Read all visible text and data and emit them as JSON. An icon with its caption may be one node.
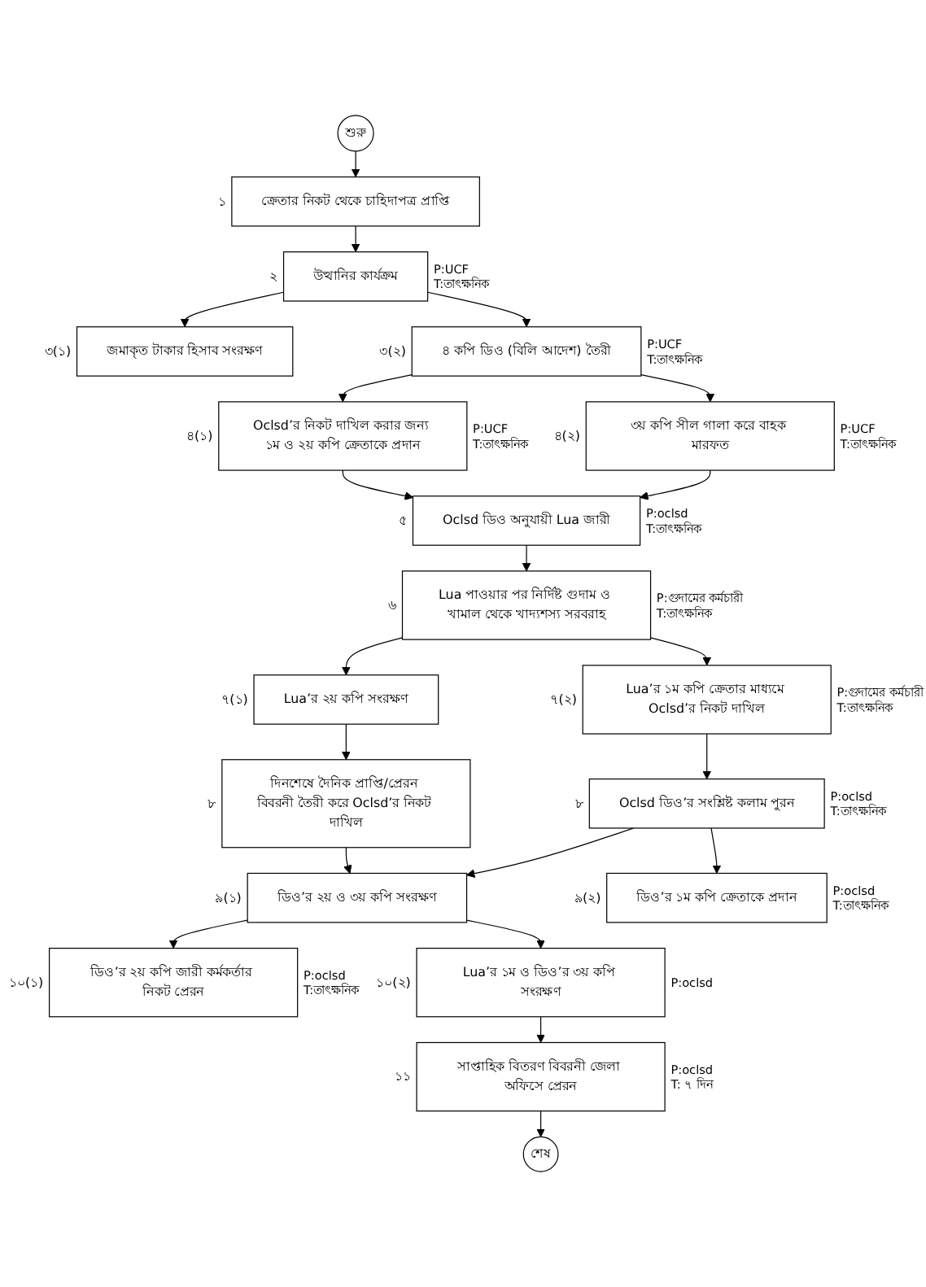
{
  "diagram": {
    "nodes": [
      {
        "text": [
          "শুরু"
        ]
      },
      {
        "text": [
          "ক্রেতার নিকট থেকে চাহিদাপত্র প্রাপ্তি"
        ],
        "beside": [
          "১"
        ]
      },
      {
        "text": [
          "উত্থানির কার্যক্রম"
        ],
        "beside": [
          "২",
          "P:UCF",
          "T:তাৎক্ষনিক"
        ]
      },
      {
        "text": [
          "জমাকৃত টাকার হিসাব সংরক্ষণ"
        ],
        "beside": [
          "৩(১)"
        ]
      },
      {
        "text": [
          "৪ কপি ডিও (বিলি আদেশ) তৈরী"
        ],
        "beside": [
          "৩(২)",
          "P:UCF",
          "T:তাৎক্ষনিক"
        ]
      },
      {
        "text": [
          "Oclsd’র নিকট দাখিল করার জন্য ১ম ও ২য় কপি ক্রেতাকে প্রদান"
        ],
        "beside": [
          "৪(১)",
          "P:UCF",
          "T:তাৎক্ষনিক"
        ]
      },
      {
        "text": [
          "৩য় কপি সীল গালা করে বাহক মারফত"
        ],
        "beside": [
          "৪(২)",
          "P:UCF",
          "T:তাৎক্ষনিক"
        ]
      },
      {
        "text": [
          "Oclsd ডিও অনুযায়ী Lua জারী"
        ],
        "beside": [
          "৫",
          "P:oclsd",
          "T:তাৎক্ষনিক"
        ]
      },
      {
        "text": [
          "Lua পাওয়ার পর নির্দিষ্ট গুদাম ও খামাল থেকে খাদ্যশস্য সরবরাহ"
        ],
        "beside": [
          "৬",
          "P:গুদামের কর্মচারী",
          "T:তাৎক্ষনিক"
        ]
      },
      {
        "text": [
          "Lua’র ২য় কপি সংরক্ষণ"
        ],
        "beside": [
          "৭(১)"
        ]
      },
      {
        "text": [
          "Lua’র ১ম কপি ক্রেতার মাধ্যমে Oclsd’র নিকট দাখিল"
        ],
        "beside": [
          "৭(২)",
          "P:গুদামের কর্মচারী",
          "T:তাৎক্ষনিক"
        ]
      },
      {
        "text": [
          "দিনশেষে দৈনিক প্রাপ্তি/প্রেরন বিবরনী তৈরী করে Oclsd’র নিকট দাখিল"
        ],
        "beside": [
          "৮"
        ]
      },
      {
        "text": [
          "Oclsd ডিও’র সংশ্লিষ্ট কলাম পুরন"
        ],
        "beside": [
          "৮",
          "P:oclsd",
          "T:তাৎক্ষনিক"
        ]
      },
      {
        "text": [
          "ডিও’র ২য় ও ৩য় কপি সংরক্ষণ"
        ],
        "beside": [
          "৯(১)"
        ]
      },
      {
        "text": [
          "ডিও’র ১ম কপি ক্রেতাকে প্রদান"
        ],
        "beside": [
          "৯(২)",
          "P:oclsd",
          "T:তাৎক্ষনিক"
        ]
      },
      {
        "text": [
          "ডিও’র ২য় কপি জারী কর্মকর্তার নিকট প্রেরন"
        ],
        "beside": [
          "১০(১)",
          "P:oclsd",
          "T:তাৎক্ষনিক"
        ]
      },
      {
        "text": [
          "Lua’র ১ম ও ডিও’র ৩য় কপি সংরক্ষণ"
        ],
        "beside": [
          "১০(২)",
          "P:oclsd"
        ]
      },
      {
        "text": [
          "সাপ্তাহিক বিতরণ বিবরনী জেলা অফিসে প্রেরন"
        ],
        "beside": [
          "১১",
          "P:oclsd",
          "T: ৭ দিন"
        ]
      },
      {
        "text": [
          "শেষ"
        ]
      }
    ],
    "edges": [
      {
        "from": 0,
        "to": 1,
        "arrow": "to"
      },
      {
        "from": 1,
        "to": 2,
        "arrow": "to"
      },
      {
        "from": 2,
        "to": 3,
        "arrow": "to"
      },
      {
        "from": 2,
        "to": 4,
        "arrow": "to"
      },
      {
        "from": 4,
        "to": 5,
        "arrow": "to"
      },
      {
        "from": 4,
        "to": 6,
        "arrow": "to"
      },
      {
        "from": 5,
        "to": 7,
        "arrow": "to"
      },
      {
        "from": 6,
        "to": 7,
        "arrow": "to"
      },
      {
        "from": 7,
        "to": 8,
        "arrow": "to"
      },
      {
        "from": 8,
        "to": 9,
        "arrow": "to"
      },
      {
        "from": 8,
        "to": 10,
        "arrow": "to"
      },
      {
        "from": 9,
        "to": 11,
        "arrow": "to"
      },
      {
        "from": 10,
        "to": 12,
        "arrow": "to"
      },
      {
        "from": 11,
        "to": 13,
        "arrow": "to"
      },
      {
        "from": 12,
        "to": 13,
        "arrow": "to"
      },
      {
        "from": 12,
        "to": 14,
        "arrow": "to"
      },
      {
        "from": 13,
        "to": 15,
        "arrow": "to"
      },
      {
        "from": 13,
        "to": 16,
        "arrow": "to"
      },
      {
        "from": 16,
        "to": 17,
        "arrow": "to"
      },
      {
        "from": 17,
        "to": 18,
        "arrow": "to"
      }
    ]
  }
}
